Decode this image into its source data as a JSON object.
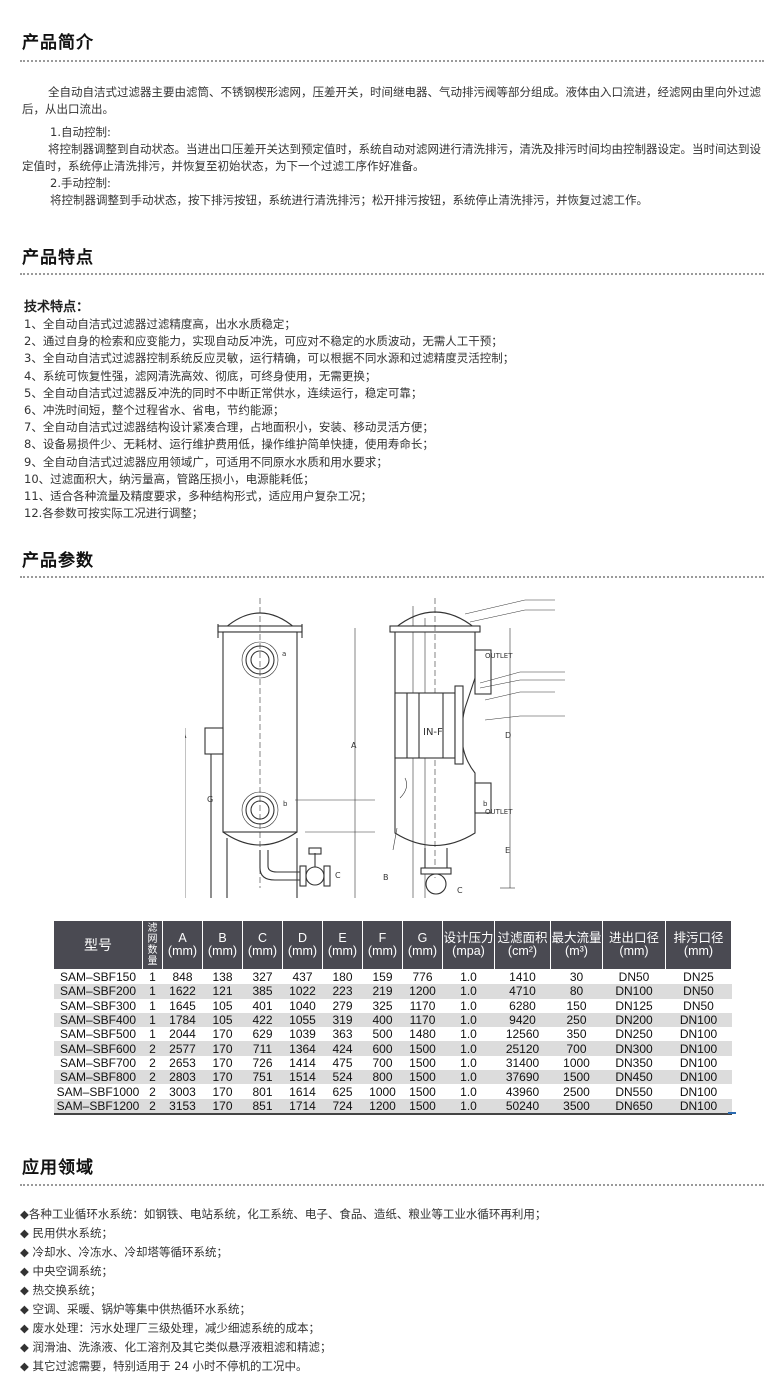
{
  "sections": {
    "intro_title": "产品简介",
    "features_title": "产品特点",
    "params_title": "产品参数",
    "application_title": "应用领域"
  },
  "intro": {
    "p1": "全自动自洁式过滤器主要由滤筒、不锈钢楔形滤网，压差开关，时间继电器、气动排污阀等部分组成。液体由入口流进，经滤网由里向外过滤后，从出口流出。",
    "auto_title": "1.自动控制:",
    "auto_text": "将控制器调整到自动状态。当进出口压差开关达到预定值时，系统自动对滤网进行清洗排污，清洗及排污时间均由控制器设定。当时间达到设定值时，系统停止清洗排污，并恢复至初始状态，为下一个过滤工序作好准备。",
    "manual_title": "2.手动控制:",
    "manual_text": "将控制器调整到手动状态，按下排污按钮，系统进行清洗排污；松开排污按钮，系统停止清洗排污，并恢复过滤工作。"
  },
  "features": {
    "heading": "技术特点：",
    "items": [
      "1、全自动自洁式过滤器过滤精度高，出水水质稳定；",
      "2、通过自身的检索和应变能力，实现自动反冲洗，可应对不稳定的水质波动，无需人工干预；",
      "3、全自动自洁式过滤器控制系统反应灵敏，运行精确，可以根据不同水源和过滤精度灵活控制；",
      "4、系统可恢复性强，滤网清洗高效、彻底，可终身使用，无需更换；",
      "5、全自动自洁式过滤器反冲洗的同时不中断正常供水，连续运行，稳定可靠；",
      "6、冲洗时间短，整个过程省水、省电，节约能源；",
      "7、全自动自洁式过滤器结构设计紧凑合理，占地面积小，安装、移动灵活方便；",
      "8、设备易损件少、无耗材、运行维护费用低，操作维护简单快捷，使用寿命长；",
      "9、全自动自洁式过滤器应用领域广，可适用不同原水水质和用水要求；",
      "10、过滤面积大，纳污量高，管路压损小，电源能耗低；",
      "11、适合各种流量及精度要求，多种结构形式，适应用户复杂工况；",
      "12.各参数可按实际工况进行调整；"
    ]
  },
  "drawing": {
    "label_inf": "IN-F",
    "label_outlet_top": "OUTLET",
    "label_outlet_bottom": "OUTLET"
  },
  "table": {
    "headers": [
      {
        "main": "型号",
        "sub": ""
      },
      {
        "main": "滤网",
        "sub": "数量"
      },
      {
        "main": "A",
        "sub": "(mm)"
      },
      {
        "main": "B",
        "sub": "(mm)"
      },
      {
        "main": "C",
        "sub": "(mm)"
      },
      {
        "main": "D",
        "sub": "(mm)"
      },
      {
        "main": "E",
        "sub": "(mm)"
      },
      {
        "main": "F",
        "sub": "(mm)"
      },
      {
        "main": "G",
        "sub": "(mm)"
      },
      {
        "main": "设计压力",
        "sub": "(mpa)"
      },
      {
        "main": "过滤面积",
        "sub": "(cm²)"
      },
      {
        "main": "最大流量",
        "sub": "(m³)"
      },
      {
        "main": "进出口径",
        "sub": "(mm)"
      },
      {
        "main": "排污口径",
        "sub": "(mm)"
      }
    ],
    "rows": [
      [
        "SAM–SBF150",
        "1",
        "848",
        "138",
        "327",
        "437",
        "180",
        "159",
        "776",
        "1.0",
        "1410",
        "30",
        "DN50",
        "DN25"
      ],
      [
        "SAM–SBF200",
        "1",
        "1622",
        "121",
        "385",
        "1022",
        "223",
        "219",
        "1200",
        "1.0",
        "4710",
        "80",
        "DN100",
        "DN50"
      ],
      [
        "SAM–SBF300",
        "1",
        "1645",
        "105",
        "401",
        "1040",
        "279",
        "325",
        "1170",
        "1.0",
        "6280",
        "150",
        "DN125",
        "DN50"
      ],
      [
        "SAM–SBF400",
        "1",
        "1784",
        "105",
        "422",
        "1055",
        "319",
        "400",
        "1170",
        "1.0",
        "9420",
        "250",
        "DN200",
        "DN100"
      ],
      [
        "SAM–SBF500",
        "1",
        "2044",
        "170",
        "629",
        "1039",
        "363",
        "500",
        "1480",
        "1.0",
        "12560",
        "350",
        "DN250",
        "DN100"
      ],
      [
        "SAM–SBF600",
        "2",
        "2577",
        "170",
        "711",
        "1364",
        "424",
        "600",
        "1500",
        "1.0",
        "25120",
        "700",
        "DN300",
        "DN100"
      ],
      [
        "SAM–SBF700",
        "2",
        "2653",
        "170",
        "726",
        "1414",
        "475",
        "700",
        "1500",
        "1.0",
        "31400",
        "1000",
        "DN350",
        "DN100"
      ],
      [
        "SAM–SBF800",
        "2",
        "2803",
        "170",
        "751",
        "1514",
        "524",
        "800",
        "1500",
        "1.0",
        "37690",
        "1500",
        "DN450",
        "DN100"
      ],
      [
        "SAM–SBF1000",
        "2",
        "3003",
        "170",
        "801",
        "1614",
        "625",
        "1000",
        "1500",
        "1.0",
        "43960",
        "2500",
        "DN550",
        "DN100"
      ],
      [
        "SAM–SBF1200",
        "2",
        "3153",
        "170",
        "851",
        "1714",
        "724",
        "1200",
        "1500",
        "1.0",
        "50240",
        "3500",
        "DN650",
        "DN100"
      ]
    ]
  },
  "applications": [
    "◆各种工业循环水系统：如钢铁、电站系统，化工系统、电子、食品、造纸、粮业等工业水循环再利用；",
    "◆ 民用供水系统；",
    "◆ 冷却水、冷冻水、冷却塔等循环系统；",
    "◆ 中央空调系统；",
    "◆ 热交换系统；",
    "◆ 空调、采暖、锅炉等集中供热循环水系统；",
    "◆ 废水处理：污水处理厂三级处理，减少细滤系统的成本；",
    "◆ 润滑油、洗涤液、化工溶剂及其它类似悬浮液粗滤和精滤；",
    "◆ 其它过滤需要，特别适用于 24 小时不停机的工况中。"
  ]
}
